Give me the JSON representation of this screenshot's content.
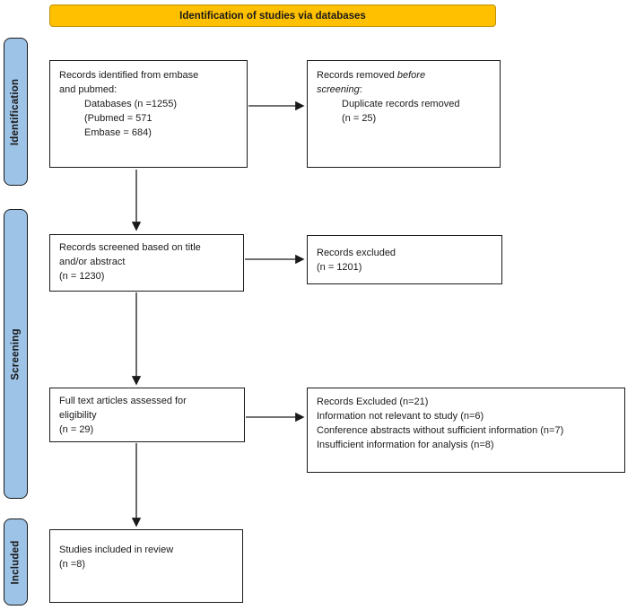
{
  "title_banner": {
    "label": "Identification of studies via databases"
  },
  "sidebar": {
    "labels": [
      {
        "label": "Identification"
      },
      {
        "label": "Screening"
      },
      {
        "label": "Included"
      }
    ]
  },
  "boxes": {
    "records_identified": {
      "line1": "Records identified from embase",
      "line2": "and pubmed:",
      "line3": "Databases (n =1255)",
      "line4": "(Pubmed = 571",
      "line5": "Embase = 684)"
    },
    "records_removed": {
      "prefix": "Records removed",
      "italic1": "before",
      "italic2": "screening",
      "colon": ":",
      "line3": "Duplicate records removed",
      "line4": "(n = 25)"
    },
    "records_screened": {
      "line1": "Records screened based on title",
      "line2": "and/or abstract",
      "line3": "(n = 1230)"
    },
    "records_excluded": {
      "line1": "Records excluded",
      "line2": "(n = 1201)"
    },
    "fulltext_assessed": {
      "line1": "Full text articles assessed for",
      "line2": "eligibility",
      "line3": "(n = 29)"
    },
    "fulltext_excluded": {
      "line1": "Records Excluded (n=21)",
      "line2": "Information not relevant to study (n=6)",
      "line3": "Conference abstracts without sufficient information (n=7)",
      "line4": "Insufficient information for analysis (n=8)"
    },
    "studies_included": {
      "line1": "Studies included in review",
      "line2": "(n =8)"
    }
  },
  "theme": {
    "banner_fill": "#FFC000",
    "banner_border": "#BF9000",
    "sidebar_fill": "#9DC3E6",
    "outline": "#1a1a1a",
    "text": "#1a1a1a"
  }
}
